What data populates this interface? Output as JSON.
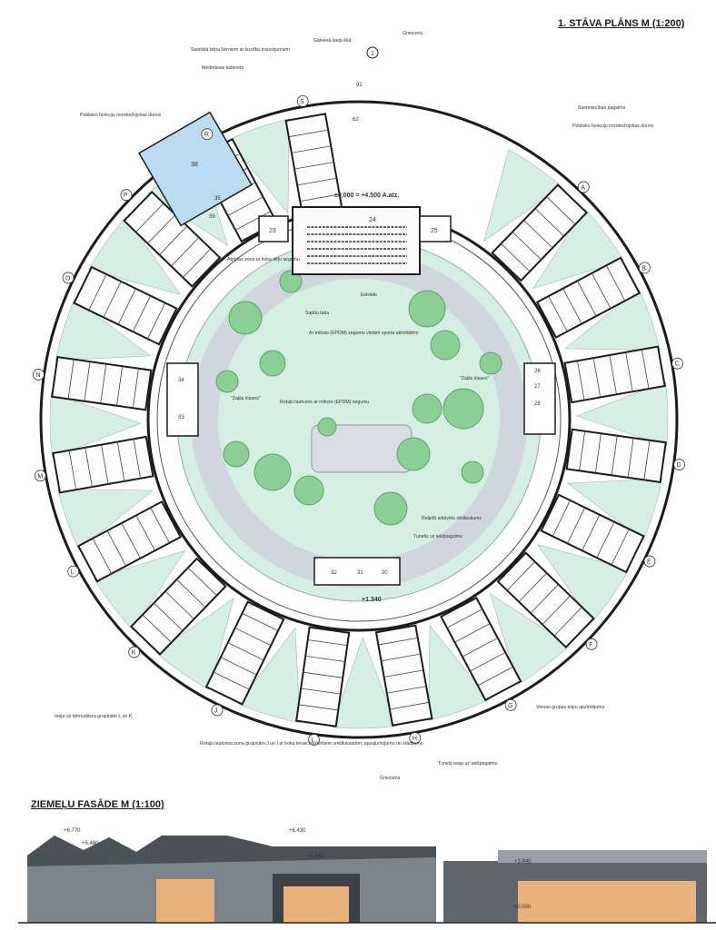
{
  "plan": {
    "title": "1. STĀVA PLĀNS M (1:200)",
    "elevation_main": "±0,000 = +4.500 A.atz.",
    "elevation_entry": "+1.340",
    "entry_marker": "1",
    "annotations": {
      "main_entry": "Galvenā ieeja ēkā",
      "griezums_top": "Griezums",
      "griezums_bottom": "Griezums",
      "sanitary": "Sanitārā telpa bērniem ar kustību traucējumiem",
      "medical": "Medmāsas kabinets",
      "public_left": "Publisko funkciju norobežojošas durvis",
      "public_right": "Publisko funkciju norobežojošas durvis",
      "service_yard": "Saimniecības pagalms",
      "rest_zone": "Atpūtas zona ar koka dēļu segumu",
      "stage": "Estrāde",
      "sport": "Ar mīksto (EPDM) segumu vietām sporta aktivitātēm",
      "path": "Sajūtu taka",
      "green_class_left": "\"Zaļās klases\"",
      "green_class_right": "\"Zaļās klases\"",
      "play_area": "Rotaļu laukums ar mīksto (EPDM) segumu",
      "terrain": "Reljefā iebūvēts sēdlaukums",
      "tunnel": "Tunelis uz iekšpagalmu",
      "entry_lk": "Ieeja uz bērnudārza grupiņām L un K",
      "group_space": "Vienas grupas telpu apzīmējums",
      "play_ji": "Rotaļu laukuma zona grupiņām J un I ar koka terasi iebūvētiem smilšukastēm, apzaļumojumu un stādījumu",
      "tunnel_entry": "Tuneļa ieeja uz iekšpagalmu"
    },
    "group_letters": [
      "A",
      "B",
      "C",
      "D",
      "E",
      "F",
      "G",
      "H",
      "I",
      "J",
      "K",
      "L",
      "M",
      "N",
      "O",
      "P",
      "R",
      "S"
    ],
    "room_numbers": {
      "r23": "23",
      "r24": "24",
      "r25": "25",
      "r26": "26",
      "r27": "27",
      "r28": "28",
      "r30": "30",
      "r31": "31",
      "r32": "32",
      "r33": "33",
      "r34": "34",
      "r35": "35",
      "r38": "38",
      "r39": "39",
      "r62": "62",
      "r91": "91"
    }
  },
  "facade": {
    "title": "ZIEMEĻU FASĀDE M (1:100)",
    "levels": [
      "+6.770",
      "+5.460",
      "+6.430",
      "+4.440",
      "+3.840",
      "±0,000"
    ]
  },
  "colors": {
    "wall": "#1c1c1c",
    "lawn": "#d6efe4",
    "tree": "#8ccf95",
    "tree_dark": "#5aa36a",
    "track": "#cfd6dd",
    "pool": "#b9dcf2",
    "facade_left": "#7d858c",
    "facade_roof": "#4b5159",
    "glass": "#e8b27a"
  }
}
